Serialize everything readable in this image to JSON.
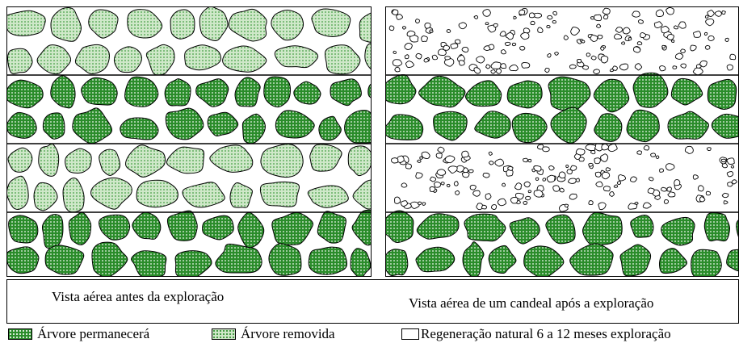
{
  "captions": {
    "before": "Vista aérea antes da exploração",
    "after": "Vista aérea de um candeal após a exploração"
  },
  "legend": {
    "remain": "Árvore permanecerá",
    "removed": "Árvore removida",
    "regeneration": "Regeneração natural 6  a 12 meses exploração"
  },
  "colors": {
    "remain_fill": "#2a8c2a",
    "removed_fill": "#cfe8c9",
    "outline": "#000000"
  }
}
